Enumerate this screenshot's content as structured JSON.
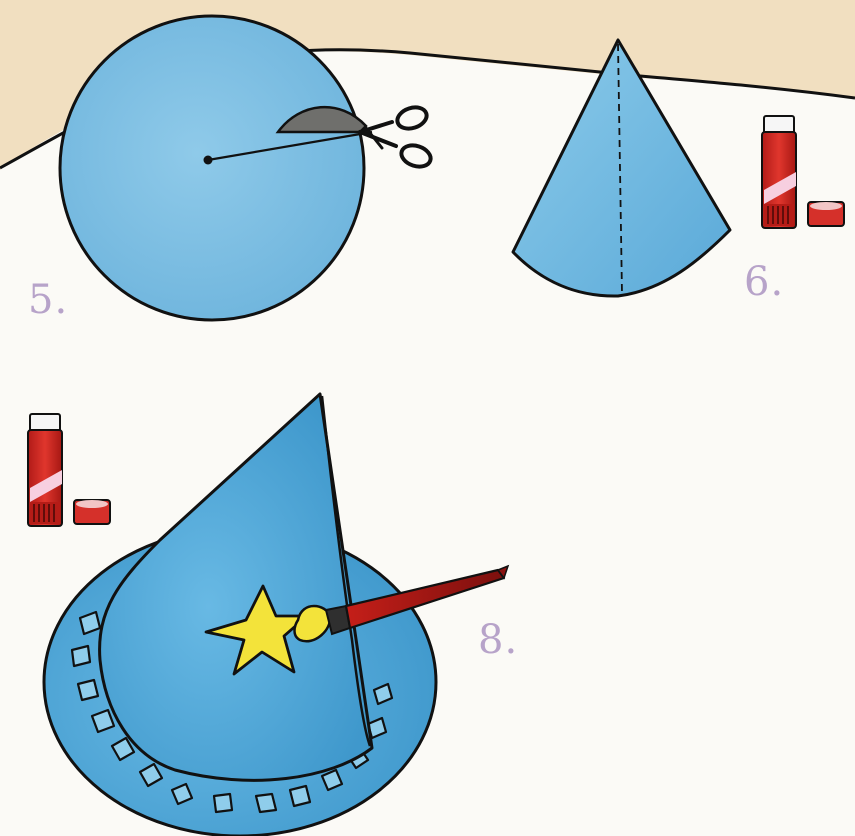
{
  "steps": {
    "step5": "5.",
    "step6": "6.",
    "step8": "8."
  },
  "colors": {
    "paper_blue": "#79bde3",
    "hat_blue": "#4fa8d8",
    "background": "#fbfaf6",
    "table_edge": "#efd9b6",
    "star": "#f3e33a",
    "glue_red": "#d72b25",
    "label": "#b7a3c9",
    "outline": "#111111"
  }
}
